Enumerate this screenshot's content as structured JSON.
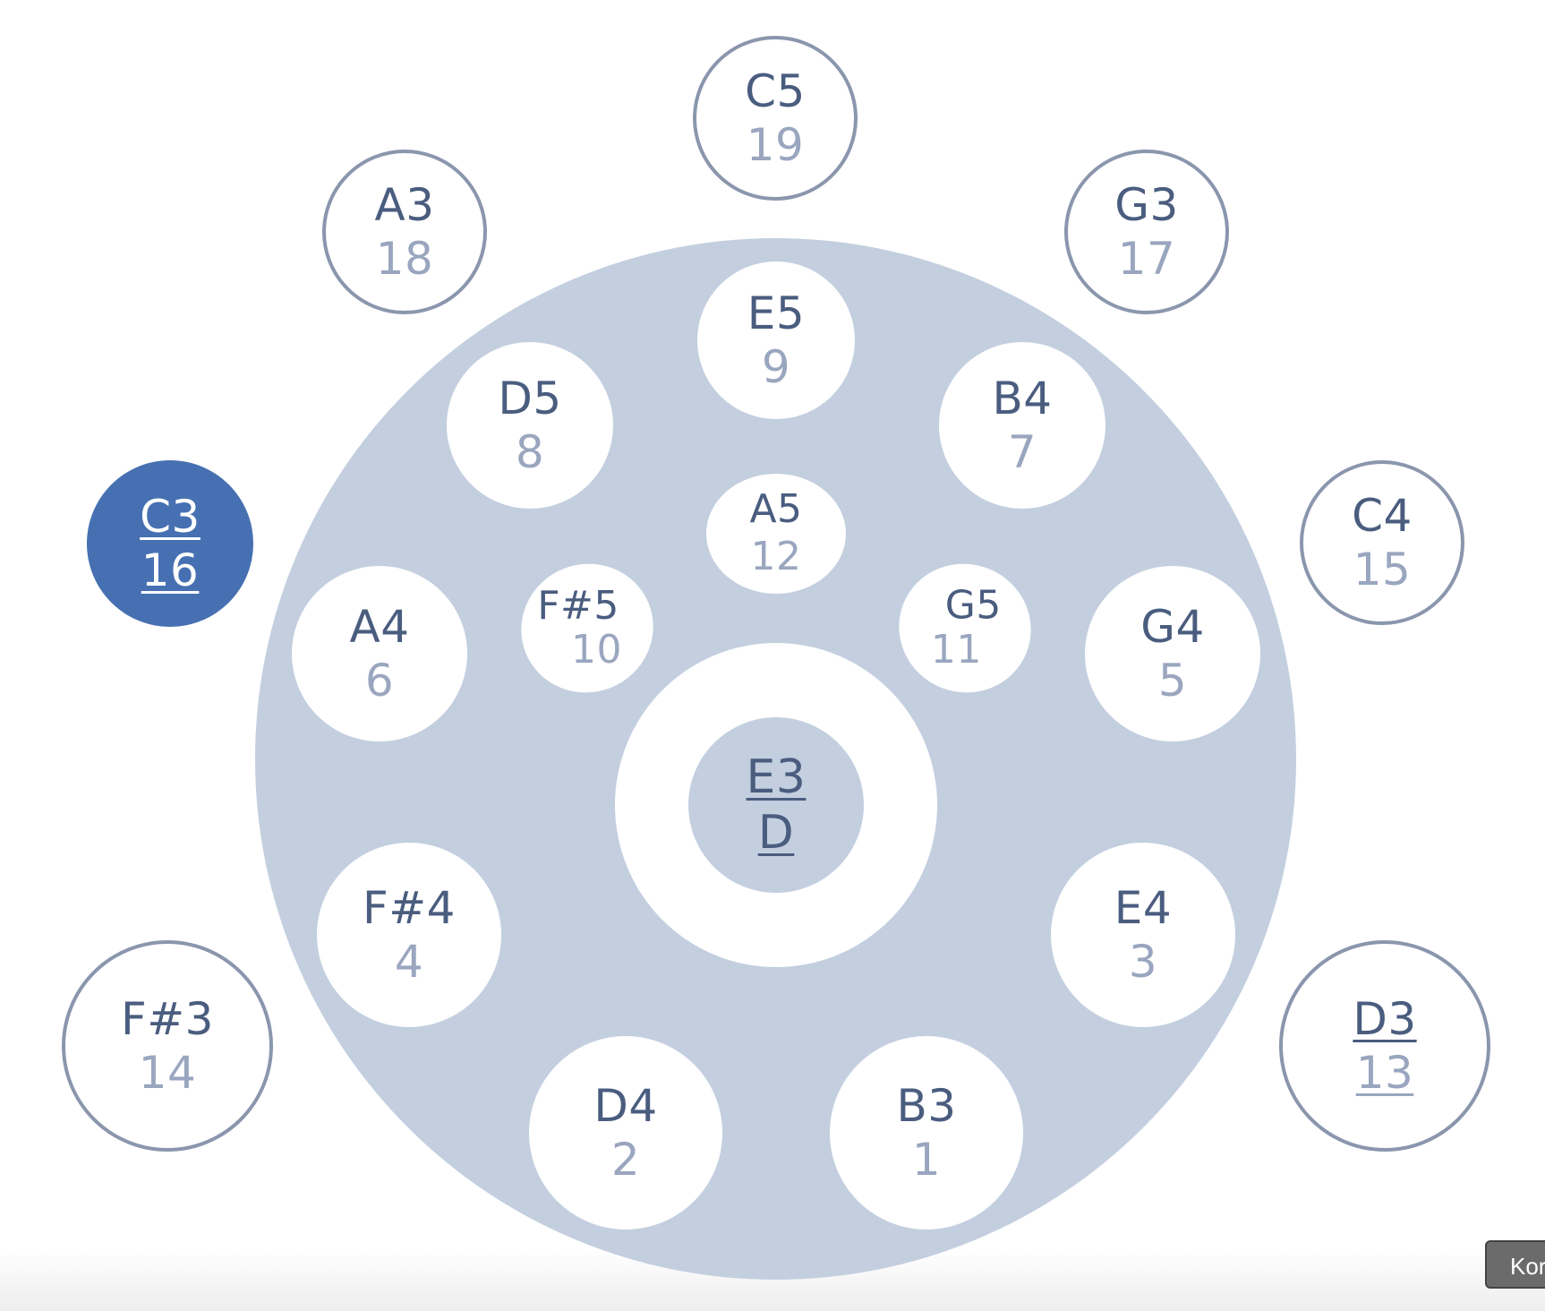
{
  "ding": {
    "name": "E3",
    "num": "D"
  },
  "notes": {
    "n1": {
      "name": "B3",
      "num": "1"
    },
    "n2": {
      "name": "D4",
      "num": "2"
    },
    "n3": {
      "name": "E4",
      "num": "3"
    },
    "n4": {
      "name": "F#4",
      "num": "4"
    },
    "n5": {
      "name": "G4",
      "num": "5"
    },
    "n6": {
      "name": "A4",
      "num": "6"
    },
    "n7": {
      "name": "B4",
      "num": "7"
    },
    "n8": {
      "name": "D5",
      "num": "8"
    },
    "n9": {
      "name": "E5",
      "num": "9"
    },
    "n10": {
      "name": "F#5",
      "num": "10"
    },
    "n11": {
      "name": "G5",
      "num": "11"
    },
    "n12": {
      "name": "A5",
      "num": "12"
    },
    "n13": {
      "name": "D3",
      "num": "13"
    },
    "n14": {
      "name": "F#3",
      "num": "14"
    },
    "n15": {
      "name": "C4",
      "num": "15"
    },
    "n16": {
      "name": "C3",
      "num": "16"
    },
    "n17": {
      "name": "G3",
      "num": "17"
    },
    "n18": {
      "name": "A3",
      "num": "18"
    },
    "n19": {
      "name": "C5",
      "num": "19"
    }
  },
  "active_note": "C3",
  "button": {
    "label": "Kor"
  },
  "colors": {
    "dome": "#c3cfdf",
    "active": "#4670b1",
    "label": "#4a5d7f",
    "number": "#9aa6bf",
    "outer_ring": "#8a96ad"
  }
}
